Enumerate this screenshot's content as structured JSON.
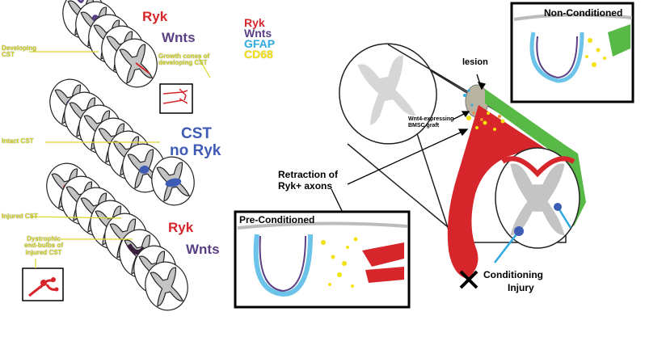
{
  "left_panel": {
    "callouts": {
      "developing_cst": "Developing\nCST",
      "growth_cones": "Growth cones of\ndeveloping CST",
      "intact_cst": "Intact CST",
      "injured_cst": "Injured CST",
      "dystrophic": "Dystrophic\nend-bulbs of\ninjured CST"
    },
    "labels": {
      "ryk_top": "Ryk",
      "wnts_top": "Wnts",
      "cst_no_ryk_1": "CST",
      "cst_no_ryk_2": "no Ryk",
      "ryk_bottom": "Ryk",
      "wnts_bottom": "Wnts"
    }
  },
  "legend": {
    "items": [
      {
        "label": "Ryk",
        "color": "#d7262b"
      },
      {
        "label": "Wnts",
        "color": "#5a3f83"
      },
      {
        "label": "GFAP",
        "color": "#2ea9e0"
      },
      {
        "label": "CD68",
        "color": "#f3e313"
      }
    ]
  },
  "right_panel": {
    "lesion": "lesion",
    "graft": "Wnt4-expressing\nBMSC graft",
    "retraction_1": "Retraction of",
    "retraction_2": "Ryk+ axons",
    "conditioning_1": "Conditioning",
    "conditioning_2": "Injury",
    "non_conditioned": "Non-Conditioned",
    "pre_conditioned": "Pre-Conditioned"
  },
  "colors": {
    "ryk": "#d7262b",
    "wnts": "#5a3f83",
    "gfap": "#2ea9e0",
    "cd68": "#f3e313",
    "cst_blue": "#3e5bb5",
    "green_tract": "#58b947",
    "gray_matter": "#b8b8b8"
  }
}
